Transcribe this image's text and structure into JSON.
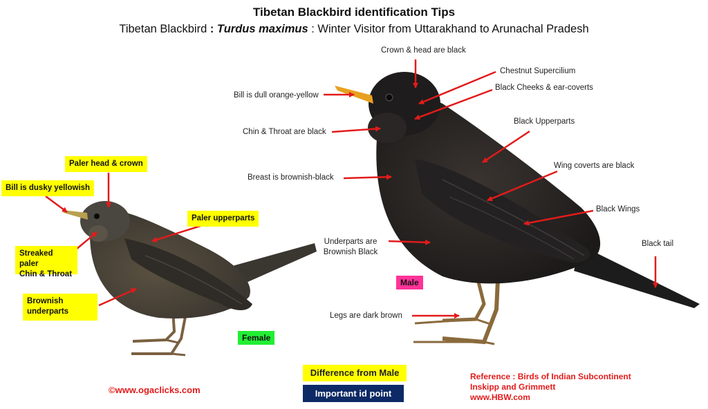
{
  "header": {
    "title": "Tibetan Blackbird identification Tips",
    "subtitle_name": "Tibetan Blackbird",
    "subtitle_sep1": " : ",
    "subtitle_sci": "Turdus maximus",
    "subtitle_rest": " : Winter Visitor from Uttarakhand to Arunachal Pradesh"
  },
  "male": {
    "tag": "Male",
    "labels": {
      "crown": "Crown & head are black",
      "supercilium": "Chestnut Supercilium",
      "cheeks": "Black Cheeks & ear-coverts",
      "bill": "Bill is dull orange-yellow",
      "chin": "Chin & Throat are black",
      "upperparts": "Black Upperparts",
      "wing_coverts": "Wing coverts are black",
      "breast": "Breast is brownish-black",
      "wings": "Black Wings",
      "tail": "Black tail",
      "underparts_1": "Underparts are",
      "underparts_2": "Brownish Black",
      "legs": "Legs are dark brown"
    }
  },
  "female": {
    "tag": "Female",
    "labels": {
      "head": "Paler head & crown",
      "bill": "Bill is dusky yellowish",
      "upperparts": "Paler   upperparts",
      "chin_1": "Streaked paler",
      "chin_2": "Chin &  Throat",
      "under_1": "Brownish",
      "under_2": "underparts"
    }
  },
  "key": {
    "difference": "Difference from Male",
    "important": "Important  id point"
  },
  "footer": {
    "copyright": "©www.ogaclicks.com",
    "ref_1": "Reference : Birds of Indian Subcontinent",
    "ref_2": "Inskipp and Grimmett",
    "ref_3": "www.HBW.com"
  },
  "colors": {
    "arrow": "#e21b1b",
    "highlight": "#ffff00",
    "important_bg": "#0d2a66",
    "male_tag": "#ff3399",
    "female_tag": "#22ee33"
  }
}
